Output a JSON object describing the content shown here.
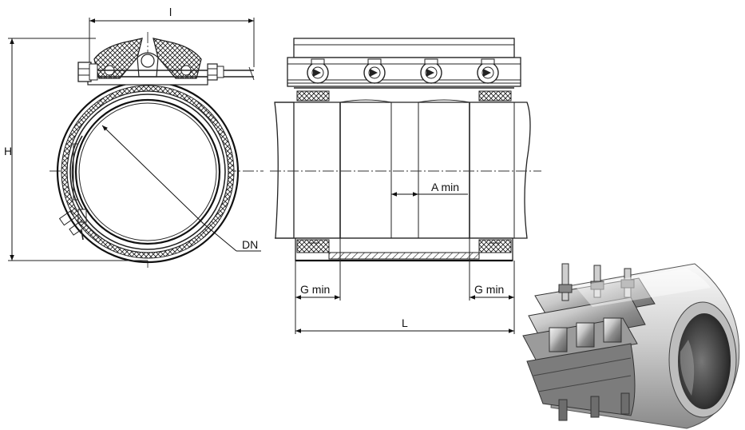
{
  "labels": {
    "l": "l",
    "h": "H",
    "dn": "DN",
    "a_min": "A min",
    "g_min_left": "G min",
    "g_min_right": "G min",
    "length": "L"
  }
}
